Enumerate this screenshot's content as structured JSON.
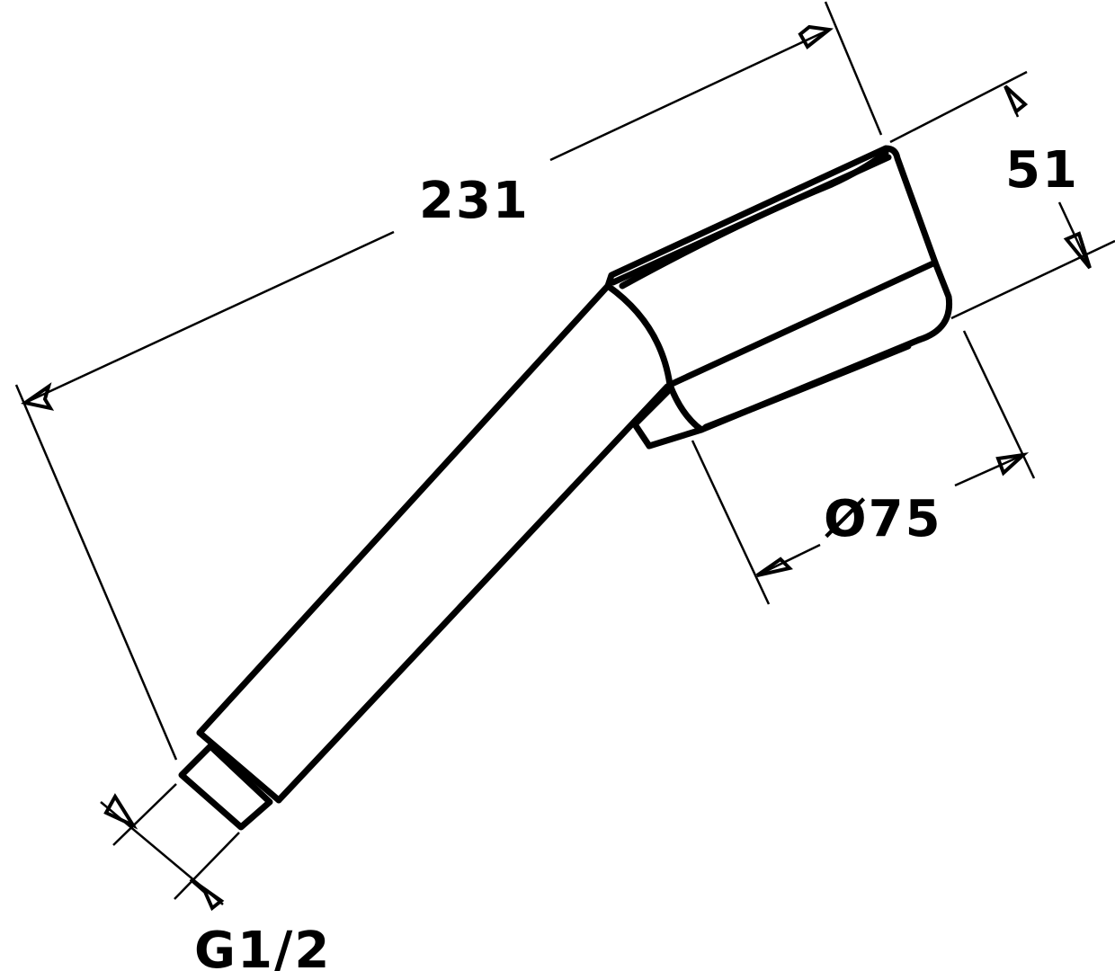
{
  "dimensions": {
    "length": "231",
    "height": "51",
    "diameter": "Ø75",
    "thread": "G1/2"
  },
  "colors": {
    "line": "#000000",
    "background": "#ffffff"
  }
}
